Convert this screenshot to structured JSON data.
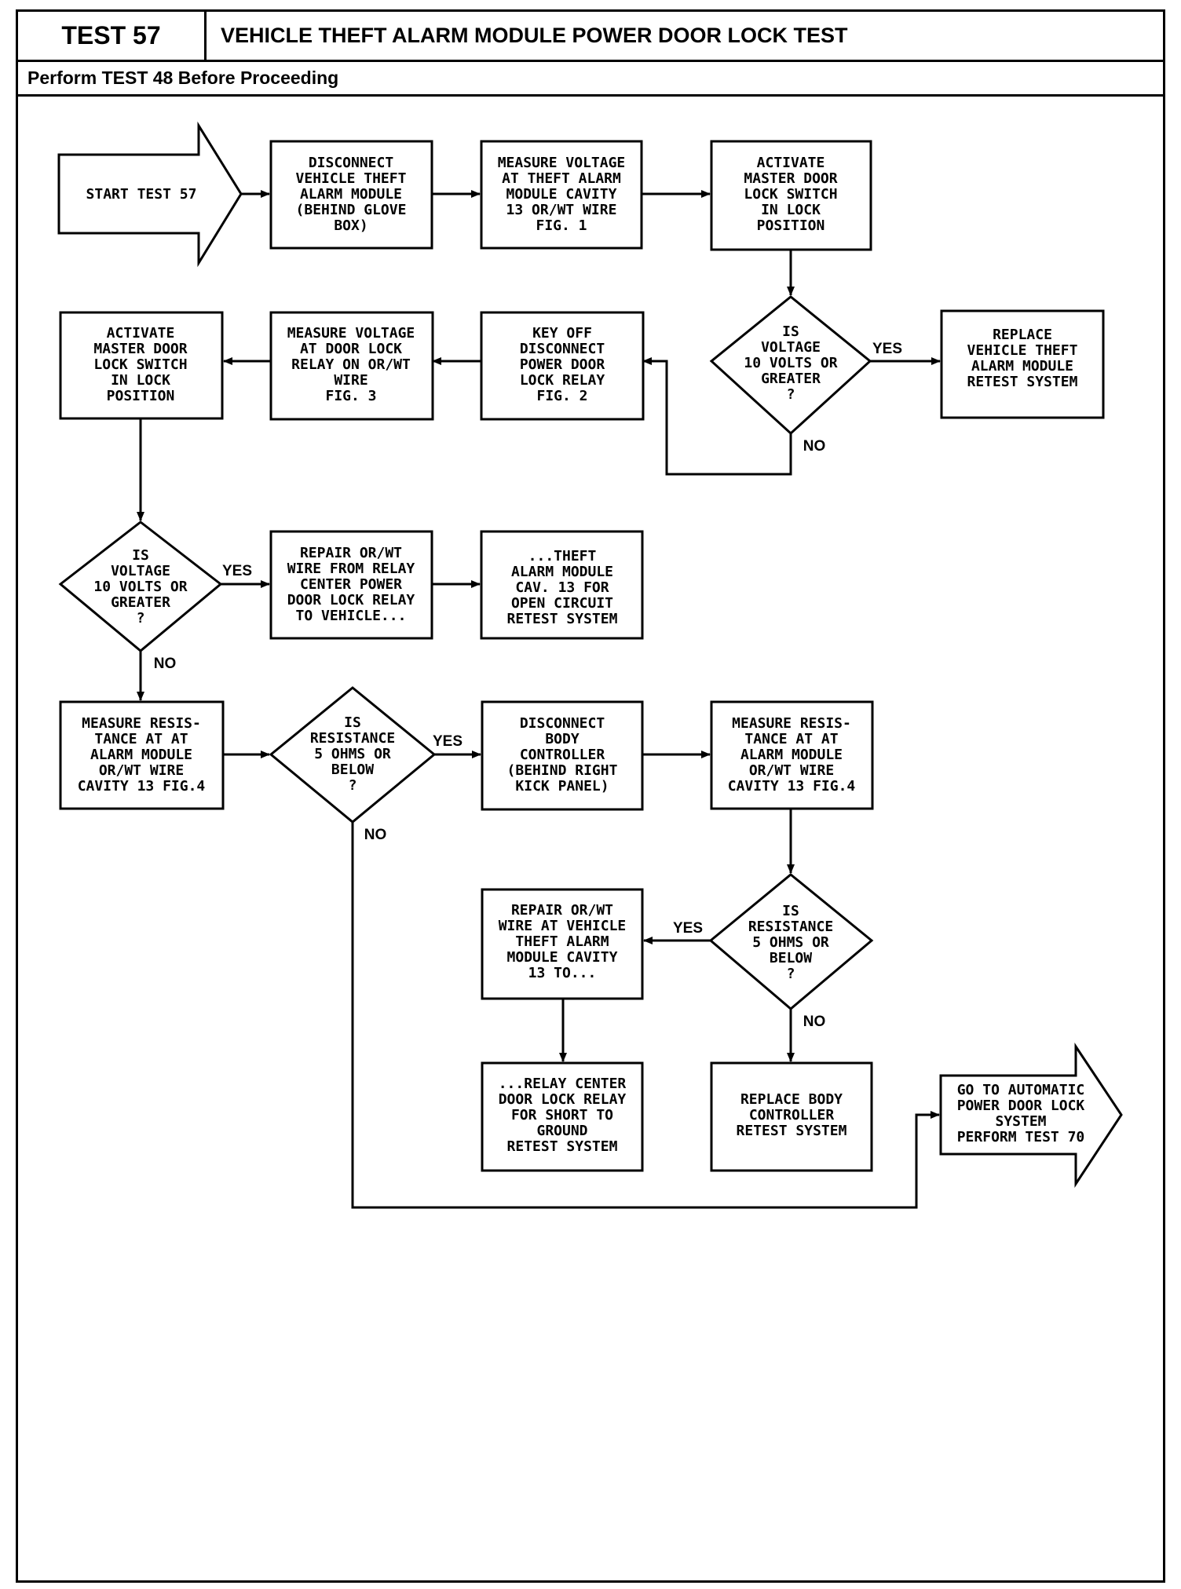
{
  "header": {
    "test_number": "TEST 57",
    "title": "VEHICLE THEFT ALARM MODULE POWER DOOR LOCK TEST",
    "prerequisite": "Perform TEST 48 Before Proceeding"
  },
  "nodes": {
    "start": [
      "START TEST 57"
    ],
    "disconnect_vtam": [
      "DISCONNECT",
      "VEHICLE THEFT",
      "ALARM MODULE",
      "(BEHIND GLOVE",
      "BOX)"
    ],
    "measure_cav13": [
      "MEASURE VOLTAGE",
      "AT THEFT ALARM",
      "MODULE CAVITY",
      "13 OR/WT WIRE",
      "FIG. 1"
    ],
    "activate_switch_1": [
      "ACTIVATE",
      "MASTER DOOR",
      "LOCK SWITCH",
      "IN LOCK",
      "POSITION"
    ],
    "decision_voltage_1": [
      "IS",
      "VOLTAGE",
      "10 VOLTS OR",
      "GREATER",
      "?"
    ],
    "replace_vtam": [
      "REPLACE",
      "VEHICLE THEFT",
      "ALARM MODULE",
      "RETEST SYSTEM"
    ],
    "key_off": [
      "KEY OFF",
      "DISCONNECT",
      "POWER DOOR",
      "LOCK RELAY",
      "FIG. 2"
    ],
    "measure_relay": [
      "MEASURE VOLTAGE",
      "AT DOOR LOCK",
      "RELAY ON OR/WT",
      "WIRE",
      "FIG. 3"
    ],
    "activate_switch_2": [
      "ACTIVATE",
      "MASTER DOOR",
      "LOCK SWITCH",
      "IN LOCK",
      "POSITION"
    ],
    "decision_voltage_2": [
      "IS",
      "VOLTAGE",
      "10 VOLTS OR",
      "GREATER",
      "?"
    ],
    "repair_relay_wire": [
      "REPAIR OR/WT",
      "WIRE FROM RELAY",
      "CENTER POWER",
      "DOOR LOCK RELAY",
      "TO VEHICLE..."
    ],
    "theft_cav13_open": [
      "...THEFT",
      "ALARM MODULE",
      "CAV. 13 FOR",
      "OPEN CIRCUIT",
      "RETEST SYSTEM"
    ],
    "measure_res_1": [
      "MEASURE RESIS-",
      "TANCE AT AT",
      "ALARM MODULE",
      "OR/WT WIRE",
      "CAVITY 13 FIG.4"
    ],
    "decision_res_1": [
      "IS",
      "RESISTANCE",
      "5 OHMS OR",
      "BELOW",
      "?"
    ],
    "disconnect_body": [
      "DISCONNECT",
      "BODY",
      "CONTROLLER",
      "(BEHIND RIGHT",
      "KICK PANEL)"
    ],
    "measure_res_2": [
      "MEASURE RESIS-",
      "TANCE AT AT",
      "ALARM MODULE",
      "OR/WT WIRE",
      "CAVITY 13 FIG.4"
    ],
    "decision_res_2": [
      "IS",
      "RESISTANCE",
      "5 OHMS OR",
      "BELOW",
      "?"
    ],
    "repair_vtam_wire": [
      "REPAIR OR/WT",
      "WIRE AT VEHICLE",
      "THEFT ALARM",
      "MODULE CAVITY",
      "13 TO..."
    ],
    "relay_short": [
      "...RELAY CENTER",
      "DOOR LOCK RELAY",
      "FOR SHORT TO",
      "GROUND",
      "RETEST SYSTEM"
    ],
    "replace_body": [
      "REPLACE BODY",
      "CONTROLLER",
      "RETEST SYSTEM"
    ],
    "goto_test70": [
      "GO TO AUTOMATIC",
      "POWER DOOR LOCK",
      "SYSTEM",
      "PERFORM TEST 70"
    ]
  },
  "labels": {
    "yes": "YES",
    "no": "NO"
  }
}
